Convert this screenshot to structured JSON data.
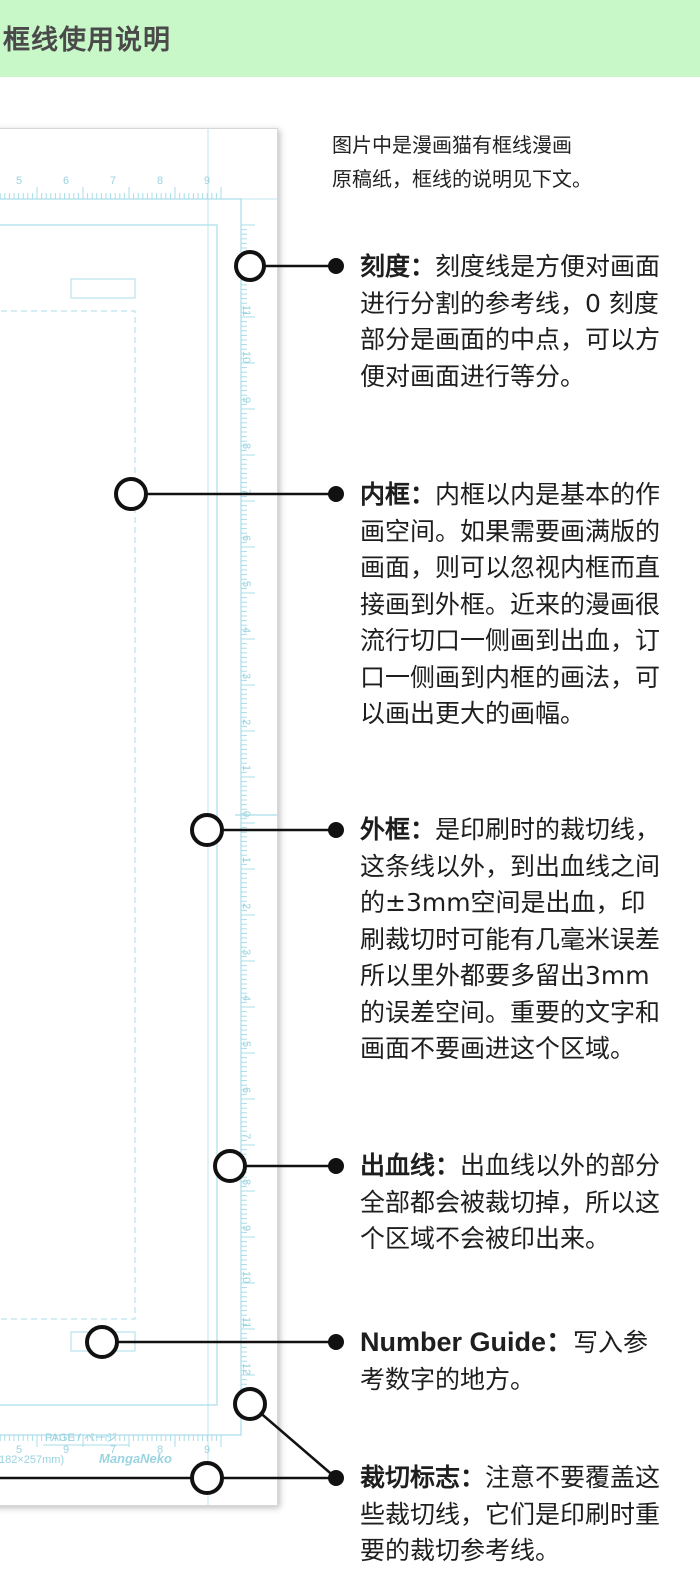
{
  "header": {
    "title": "框线使用说明"
  },
  "intro": {
    "lines": [
      "图片中是漫画猫有框线漫画",
      "原稿纸，框线的说明见下文。"
    ]
  },
  "sheet": {
    "page_label": "PAGE / ページ",
    "footer_label": "182×257mm)",
    "brand_label": "MangaNeko",
    "top_ruler_numbers": [
      "5",
      "6",
      "7",
      "8",
      "9"
    ],
    "bottom_ruler_numbers": [
      "5",
      "9",
      "7",
      "8",
      "9"
    ],
    "side_ruler_numbers": [
      "12",
      "11",
      "10",
      "9",
      "8",
      "7",
      "6",
      "5",
      "4",
      "3",
      "2",
      "1",
      "0",
      "1",
      "2",
      "3",
      "4",
      "5",
      "6",
      "7",
      "8",
      "9",
      "10",
      "11",
      "12"
    ]
  },
  "callouts": [
    {
      "term": "刻度：",
      "lines": [
        "刻度线是方便对画面",
        "进行分割的参考线，0 刻度",
        "部分是画面的中点，可以方",
        "便对画面进行等分。"
      ]
    },
    {
      "term": "内框：",
      "lines": [
        "内框以内是基本的作",
        "画空间。如果需要画满版的",
        "画面，则可以忽视内框而直",
        "接画到外框。近来的漫画很",
        "流行切口一侧画到出血，订",
        "口一侧画到内框的画法，可",
        "以画出更大的画幅。"
      ]
    },
    {
      "term": "外框：",
      "lines": [
        "是印刷时的裁切线，",
        "这条线以外，到出血线之间",
        "的±3mm空间是出血，印",
        "刷裁切时可能有几毫米误差",
        "所以里外都要多留出3mm",
        "的误差空间。重要的文字和",
        "画面不要画进这个区域。"
      ]
    },
    {
      "term": "出血线：",
      "lines": [
        "出血线以外的部分",
        "全部都会被裁切掉，所以这",
        "个区域不会被印出来。"
      ]
    },
    {
      "term": "Number Guide：",
      "lines": [
        "写入参",
        "考数字的地方。"
      ]
    },
    {
      "term": "裁切标志：",
      "lines": [
        "注意不要覆盖这",
        "些裁切线，它们是印刷时重",
        "要的裁切参考线。"
      ]
    }
  ],
  "colors": {
    "header_bg": "#c8f7c8",
    "guide_line": "#9ad4e0",
    "leader": "#111111"
  }
}
